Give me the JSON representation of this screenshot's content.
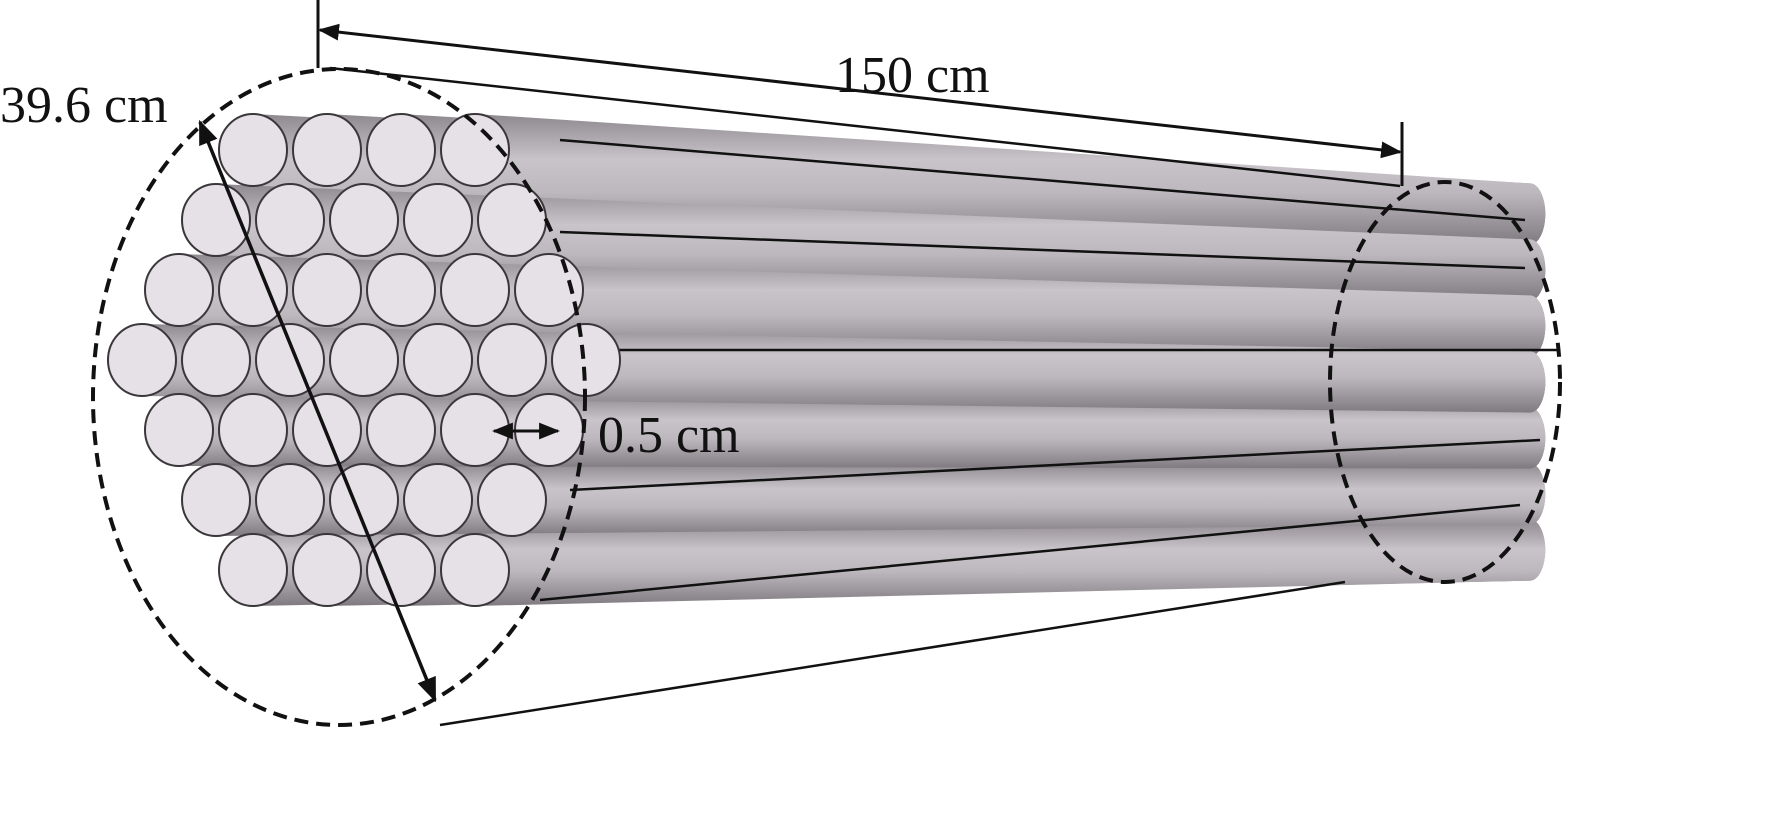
{
  "diagram": {
    "labels": {
      "length": "150 cm",
      "diameter": "39.6 cm",
      "rod_diameter": "0.5 cm"
    },
    "bundle_rows": [
      4,
      5,
      6,
      7,
      6,
      5,
      4
    ],
    "colors": {
      "rod_face": "#e6e1e6",
      "rod_body_light": "#c9c4c9",
      "rod_body_dark": "#8e898e",
      "line": "#111111"
    }
  }
}
